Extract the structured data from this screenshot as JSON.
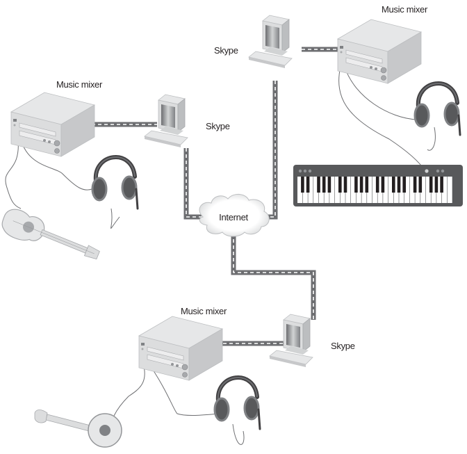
{
  "diagram": {
    "type": "network-topology",
    "hub": {
      "label": "Internet",
      "icon": "cloud-icon"
    },
    "stations": [
      {
        "id": "left",
        "mixer": {
          "label": "Music mixer",
          "icon": "music-mixer-icon"
        },
        "computer": {
          "label": "Skype",
          "icon": "desktop-computer-icon"
        },
        "headset": {
          "icon": "headset-icon"
        },
        "instrument": {
          "name": "acoustic guitar",
          "icon": "acoustic-guitar-icon"
        }
      },
      {
        "id": "top-right",
        "mixer": {
          "label": "Music mixer",
          "icon": "music-mixer-icon"
        },
        "computer": {
          "label": "Skype",
          "icon": "desktop-computer-icon"
        },
        "headset": {
          "icon": "headset-icon"
        },
        "instrument": {
          "name": "keyboard",
          "icon": "piano-keyboard-icon"
        }
      },
      {
        "id": "bottom",
        "mixer": {
          "label": "Music mixer",
          "icon": "music-mixer-icon"
        },
        "computer": {
          "label": "Skype",
          "icon": "desktop-computer-icon"
        },
        "headset": {
          "icon": "headset-icon"
        },
        "instrument": {
          "name": "banjo",
          "icon": "banjo-icon"
        }
      }
    ],
    "links": [
      {
        "from": "left.mixer",
        "to": "left.computer",
        "style": "dashed-road"
      },
      {
        "from": "left.computer",
        "to": "hub",
        "style": "dashed-road"
      },
      {
        "from": "top-right.mixer",
        "to": "top-right.computer",
        "style": "dashed-road"
      },
      {
        "from": "top-right.computer",
        "to": "hub",
        "style": "dashed-road"
      },
      {
        "from": "bottom.mixer",
        "to": "bottom.computer",
        "style": "dashed-road"
      },
      {
        "from": "bottom.computer",
        "to": "hub",
        "style": "dashed-road"
      }
    ],
    "colors": {
      "road": "#6d6e71",
      "road_dash": "#ffffff",
      "device_light": "#e6e7e8",
      "device_mid": "#c7c8ca",
      "device_dark": "#939598",
      "headset": "#414042",
      "text": "#231f20"
    }
  }
}
